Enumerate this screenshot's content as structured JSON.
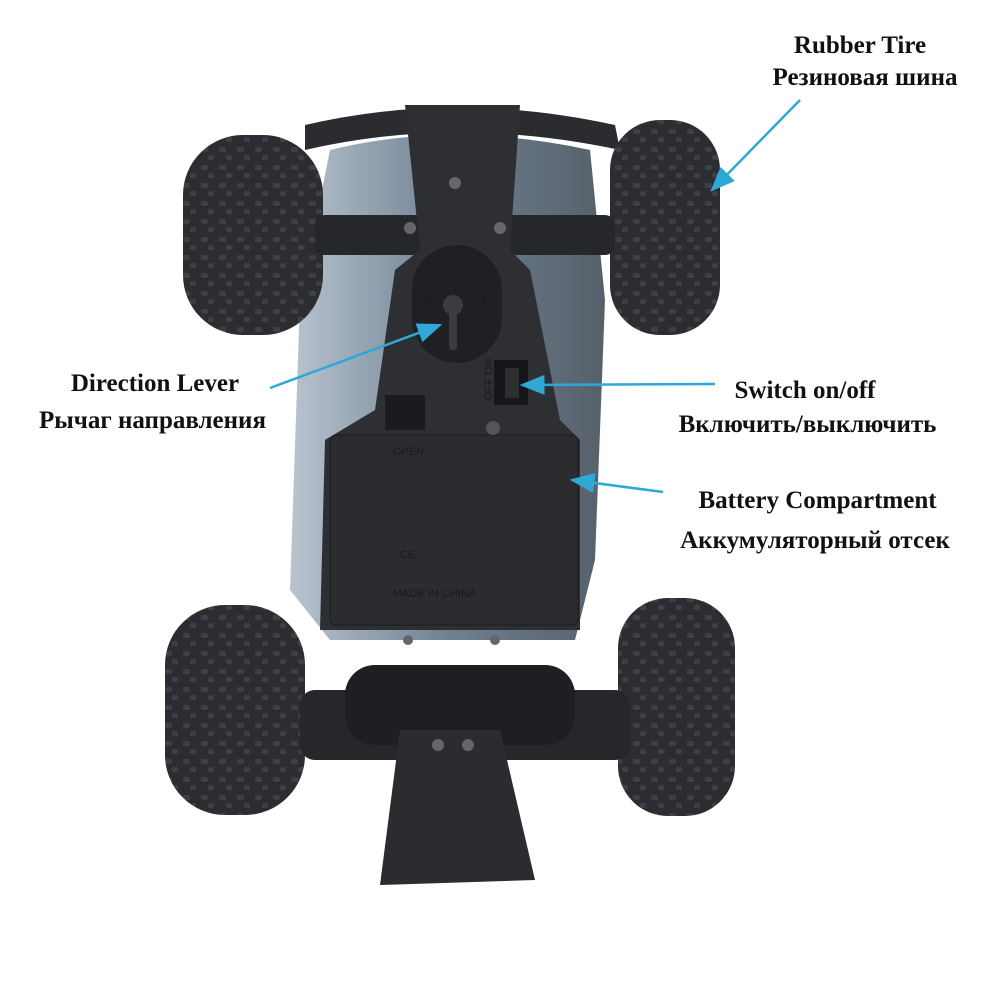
{
  "labels": {
    "rubber_tire": {
      "en": "Rubber Tire",
      "ru": "Резиновая шина"
    },
    "direction_lever": {
      "en": "Direction Lever",
      "ru": "Рычаг направления"
    },
    "switch": {
      "en": "Switch on/off",
      "ru": "Включить/выключить"
    },
    "battery": {
      "en": "Battery Compartment",
      "ru": "Аккумуляторный отсек"
    }
  },
  "molded_text": {
    "open": "OPEN",
    "made_in": "MADE IN CHINA",
    "ce": "CE",
    "off_on": "OFF ON",
    "r": "R",
    "l": "L"
  },
  "colors": {
    "arrow": "#2fa8d8",
    "body": "#7d8e9e",
    "chassis": "#2a2c30",
    "tire": "#2b2d30"
  }
}
